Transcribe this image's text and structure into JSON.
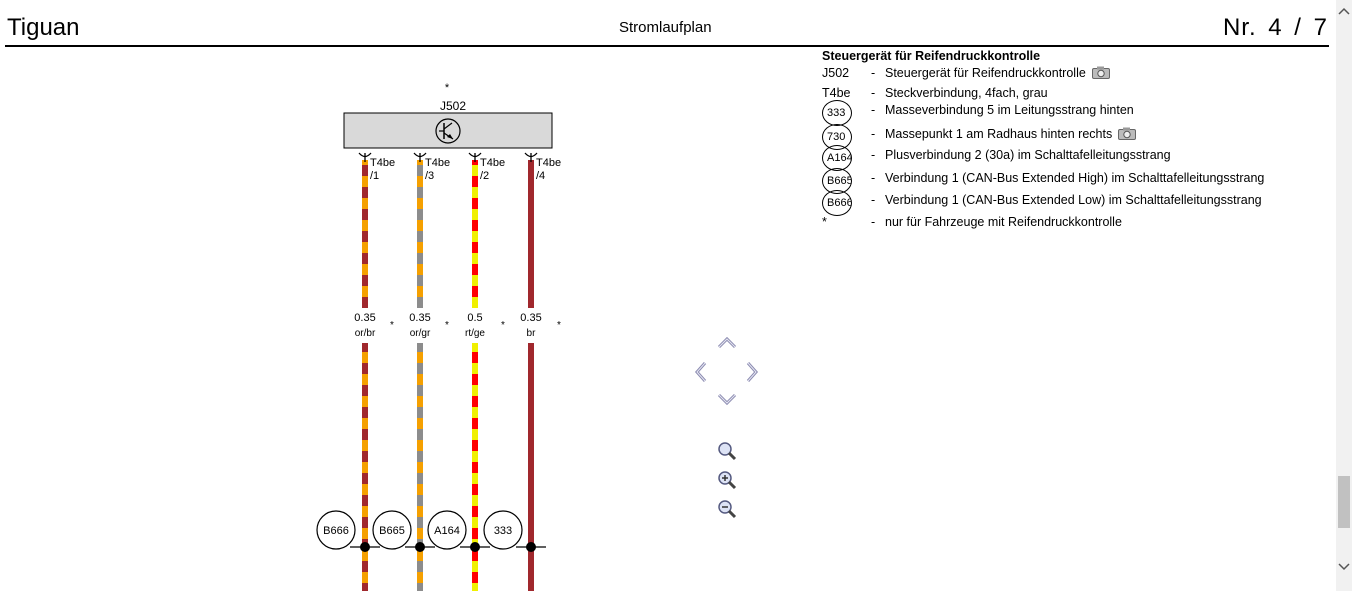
{
  "header": {
    "model": "Tiguan",
    "title": "Stromlaufplan",
    "page": "Nr.  4 / 7"
  },
  "diagram": {
    "component": {
      "id": "J502",
      "marker": "*"
    },
    "pins": [
      {
        "conn": "T4be",
        "pin": "/1",
        "size": "0.35",
        "color": "or/br",
        "marker": "*",
        "ground": "B666"
      },
      {
        "conn": "T4be",
        "pin": "/3",
        "size": "0.35",
        "color": "or/gr",
        "marker": "*",
        "ground": "B665"
      },
      {
        "conn": "T4be",
        "pin": "/2",
        "size": "0.5",
        "color": "rt/ge",
        "marker": "*",
        "ground": "A164"
      },
      {
        "conn": "T4be",
        "pin": "/4",
        "size": "0.35",
        "color": "br",
        "marker": "*",
        "ground": "333"
      }
    ],
    "wire_colors": {
      "orange": "#f5a000",
      "brown": "#a0282d",
      "grey": "#8c8c8c",
      "red": "#ff0000",
      "yellow": "#f0f000"
    }
  },
  "legend": {
    "title": "Steuergerät für Reifendruckkontrolle",
    "items": [
      {
        "symbol": "J502",
        "circle": false,
        "desc": "Steuergerät für Reifendruckkontrolle",
        "camera": true
      },
      {
        "symbol": "T4be",
        "circle": false,
        "desc": "Steckverbindung, 4fach, grau",
        "camera": false
      },
      {
        "symbol": "333",
        "circle": true,
        "desc": "Masseverbindung 5 im Leitungsstrang hinten",
        "camera": false
      },
      {
        "symbol": "730",
        "circle": true,
        "desc": "Massepunkt 1 am Radhaus hinten rechts",
        "camera": true
      },
      {
        "symbol": "A164",
        "circle": true,
        "desc": "Plusverbindung 2 (30a) im Schalttafelleitungsstrang",
        "camera": false
      },
      {
        "symbol": "B665",
        "circle": true,
        "desc": "Verbindung 1 (CAN-Bus Extended High) im Schalttafelleitungsstrang",
        "camera": false
      },
      {
        "symbol": "B666",
        "circle": true,
        "desc": "Verbindung 1 (CAN-Bus Extended Low) im Schalttafelleitungsstrang",
        "camera": false
      },
      {
        "symbol": "*",
        "circle": false,
        "desc": "nur für Fahrzeuge mit Reifendruckkontrolle",
        "camera": false
      }
    ],
    "dash": "-"
  },
  "icons": {
    "camera": "camera-icon",
    "nav_up": "chevron-up-icon",
    "nav_left": "chevron-left-icon",
    "nav_right": "chevron-right-icon",
    "nav_down": "chevron-down-icon",
    "zoom_fit": "zoom-fit-icon",
    "zoom_in": "zoom-in-icon",
    "zoom_out": "zoom-out-icon",
    "scroll_up": "scroll-up-icon",
    "scroll_down": "scroll-down-icon"
  }
}
